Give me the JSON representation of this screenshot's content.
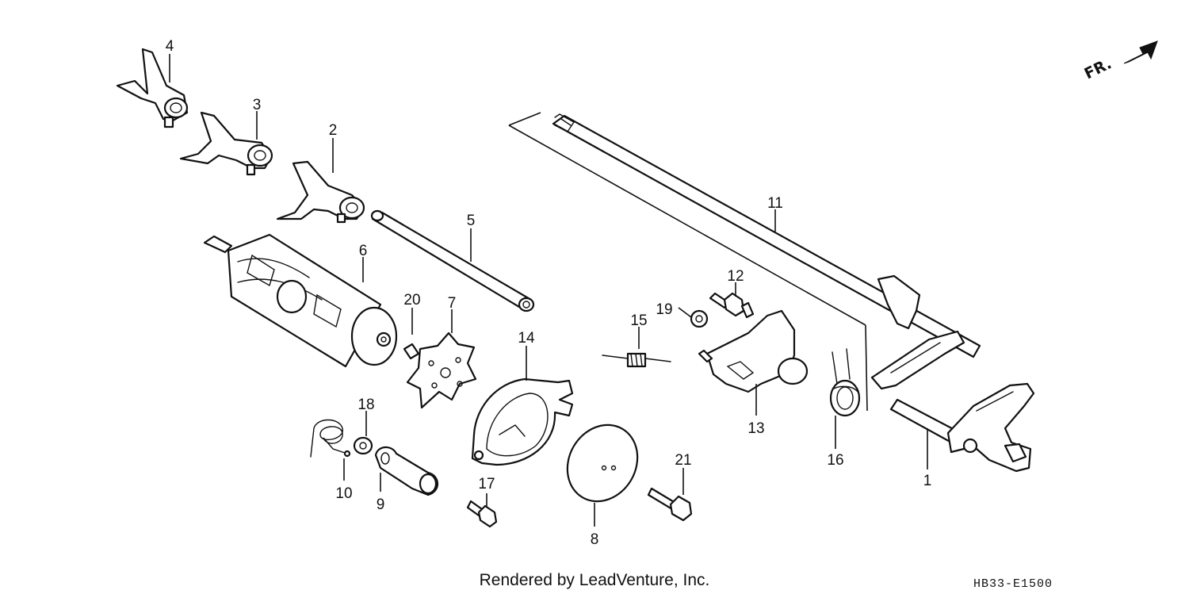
{
  "callouts": [
    "1",
    "2",
    "3",
    "4",
    "5",
    "6",
    "7",
    "8",
    "9",
    "10",
    "11",
    "12",
    "13",
    "14",
    "15",
    "16",
    "17",
    "18",
    "19",
    "20",
    "21"
  ],
  "direction_label": "FR.",
  "footer": {
    "credit": "Rendered by LeadVenture, Inc.",
    "diagram_code": "HB33-E1500"
  }
}
